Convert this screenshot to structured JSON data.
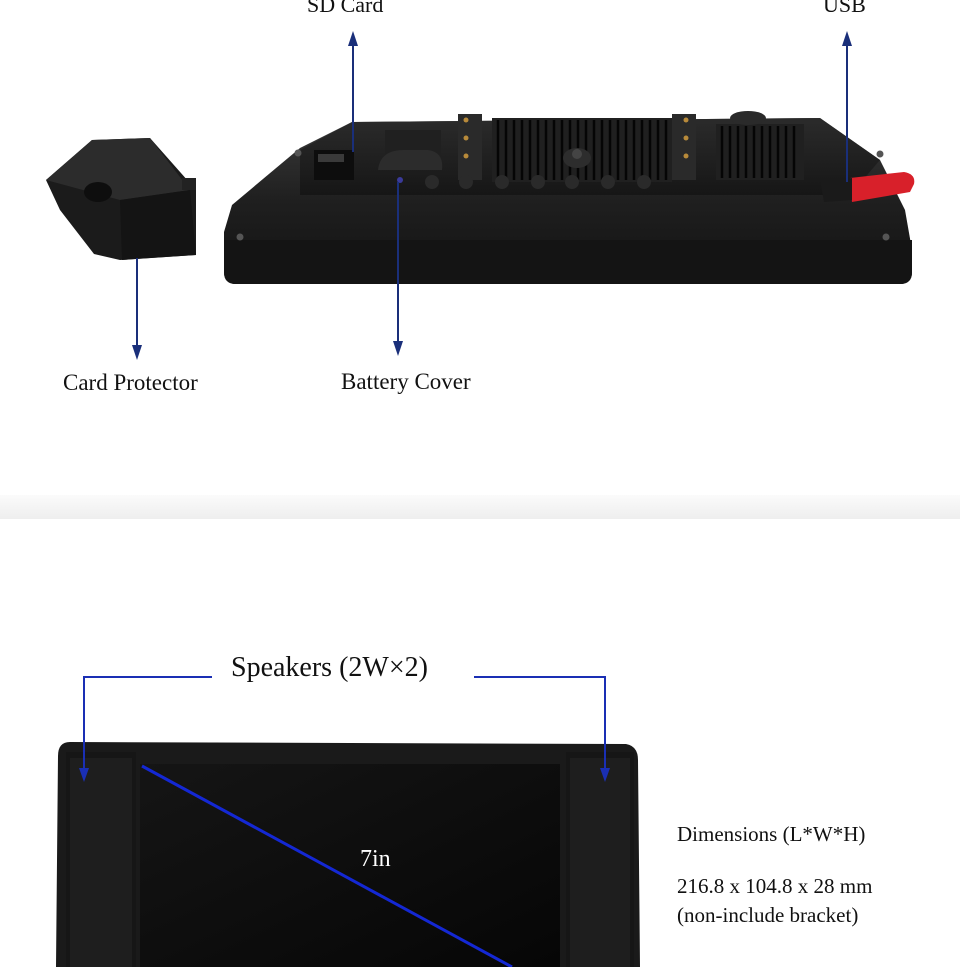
{
  "labels": {
    "sd_card": "SD Card",
    "usb": "USB",
    "card_protector": "Card Protector",
    "battery_cover": "Battery Cover"
  },
  "speakers": {
    "label": "Speakers (2W×2)"
  },
  "screen": {
    "diagonal": "7in"
  },
  "dimensions": {
    "title": "Dimensions (L*W*H)",
    "value": "216.8 x 104.8 x 28 mm",
    "note": "(non-include bracket)"
  },
  "colors": {
    "callout_line": "#1a2f7a",
    "speaker_bracket": "#1a2fb4",
    "diagonal_line": "#1428d4",
    "device_body": "#1c1c1c",
    "usb_stick": "#d8202a"
  }
}
